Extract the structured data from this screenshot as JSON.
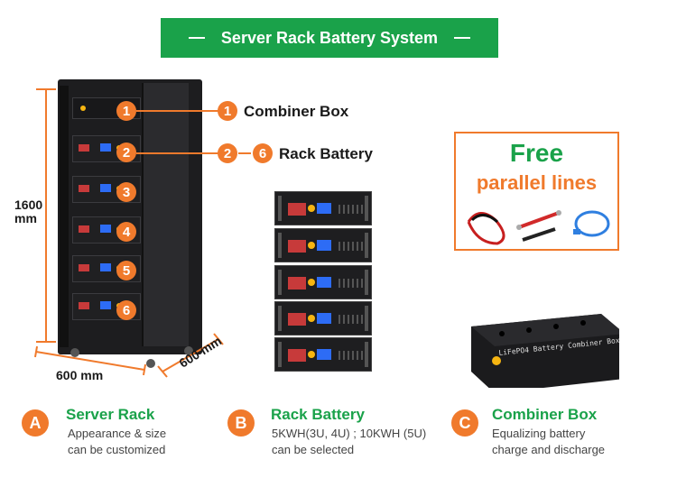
{
  "title": "Server Rack Battery System",
  "dimensions": {
    "height": "1600\nmm",
    "width": "600 mm",
    "depth": "600 mm"
  },
  "callouts": {
    "combiner": {
      "num": "1",
      "label": "Combiner Box"
    },
    "battery": {
      "num_start": "2",
      "num_end": "6",
      "label": "Rack Battery"
    }
  },
  "cabinet_numbers": [
    "1",
    "2",
    "3",
    "4",
    "5",
    "6"
  ],
  "free_box": {
    "title": "Free",
    "subtitle": "parallel lines"
  },
  "combiner_label": "LiFePO4 Battery Combiner Box",
  "sections": [
    {
      "letter": "A",
      "title": "Server Rack",
      "desc": "Appearance & size\ncan be customized"
    },
    {
      "letter": "B",
      "title": "Rack Battery",
      "desc": "5KWH(3U, 4U) ; 10KWH (5U)\ncan be selected"
    },
    {
      "letter": "C",
      "title": "Combiner Box",
      "desc": "Equalizing battery\ncharge and discharge"
    }
  ],
  "colors": {
    "green": "#1aa24a",
    "orange": "#f07a2c",
    "dark": "#1d1d1f"
  }
}
